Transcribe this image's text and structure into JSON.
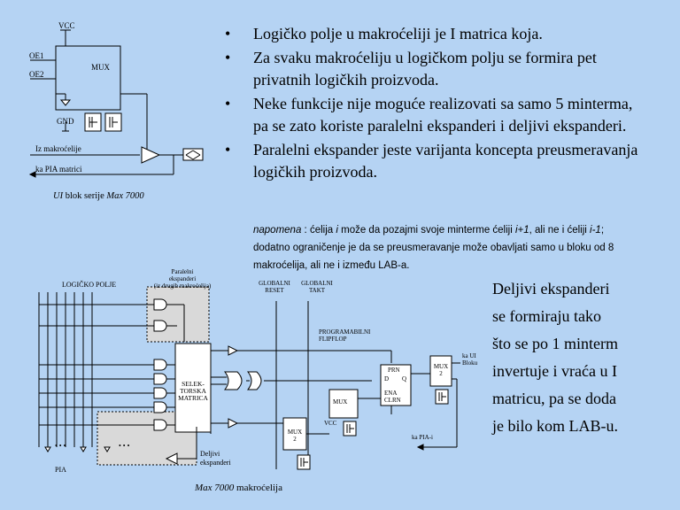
{
  "top_diagram": {
    "vcc": "VCC",
    "oe1": "OE1",
    "oe2": "OE2",
    "mux": "MUX",
    "gnd": "GND",
    "iz_makrocelije": "Iz makroćelije",
    "ka_pia": "ka PIA matrici",
    "caption_prefix": "UI",
    "caption_middle": " blok serije ",
    "caption_suffix": "Max 7000"
  },
  "bullets": [
    "Logičko polje u makroćeliji je I matrica koja.",
    "Za svaku makroćeliju u logičkom polju se formira pet privatnih logičkih proizvoda.",
    "Neke funkcije nije moguće realizovati sa samo 5 minterma, pa se zato koriste paralelni ekspanderi i deljivi ekspanderi.",
    "Paralelni ekspander jeste varijanta koncepta preusmeravanja logičkih proizvoda."
  ],
  "bullet_symbol": "•",
  "note": {
    "label": "napomena",
    "t1": " : ćelija ",
    "i": "i",
    "t2": " može da pozajmi svoje minterme ćeliji ",
    "i_plus": "i+1",
    "t3": ", ali ne i ćeliji ",
    "i_minus": "i-1",
    "t4": "; dodatno ograničenje je da se preusmeravanje može obavljati samo u bloku od 8 makroćelija, ali ne i između LAB-a."
  },
  "right_text": [
    "Deljivi ekspanderi",
    "se formiraju tako",
    "što se po 1 minterm",
    "invertuje i vraća u I",
    "matricu, pa se doda",
    "je bilo kom LAB-u."
  ],
  "bottom_diagram": {
    "logicko_polje": "LOGIČKO POLJE",
    "paralelni_1": "Paralelni",
    "paralelni_2": "ekspanderi",
    "paralelni_3": "(iz drugih makroćelija)",
    "globalni_reset_1": "GLOBALNI",
    "globalni_reset_2": "RESET",
    "globalni_takt_1": "GLOBALNI",
    "globalni_takt_2": "TAKT",
    "programabilni_1": "PROGRAMABILNI",
    "programabilni_2": "FLIPFLOP",
    "prn": "PRN",
    "d": "D",
    "q": "Q",
    "ena_1": "ENA",
    "ena_2": "CLRN",
    "selektorska_1": "SELEK-",
    "selektorska_2": "TORSKA",
    "selektorska_3": "MATRICA",
    "mux": "MUX",
    "mux2": "MUX",
    "mux2_num": "2",
    "mux3": "MUX",
    "mux3_num": "2",
    "vcc": "VCC",
    "ka_ui_1": "ka UI",
    "ka_ui_2": "Bloku",
    "ka_pia": "ka PIA-i",
    "deljivi_1": "Deljivi",
    "deljivi_2": "ekspanderi",
    "pia": "PIA",
    "dots": "• • •",
    "caption_prefix": "Max 7000",
    "caption_suffix": " makroćelija"
  }
}
